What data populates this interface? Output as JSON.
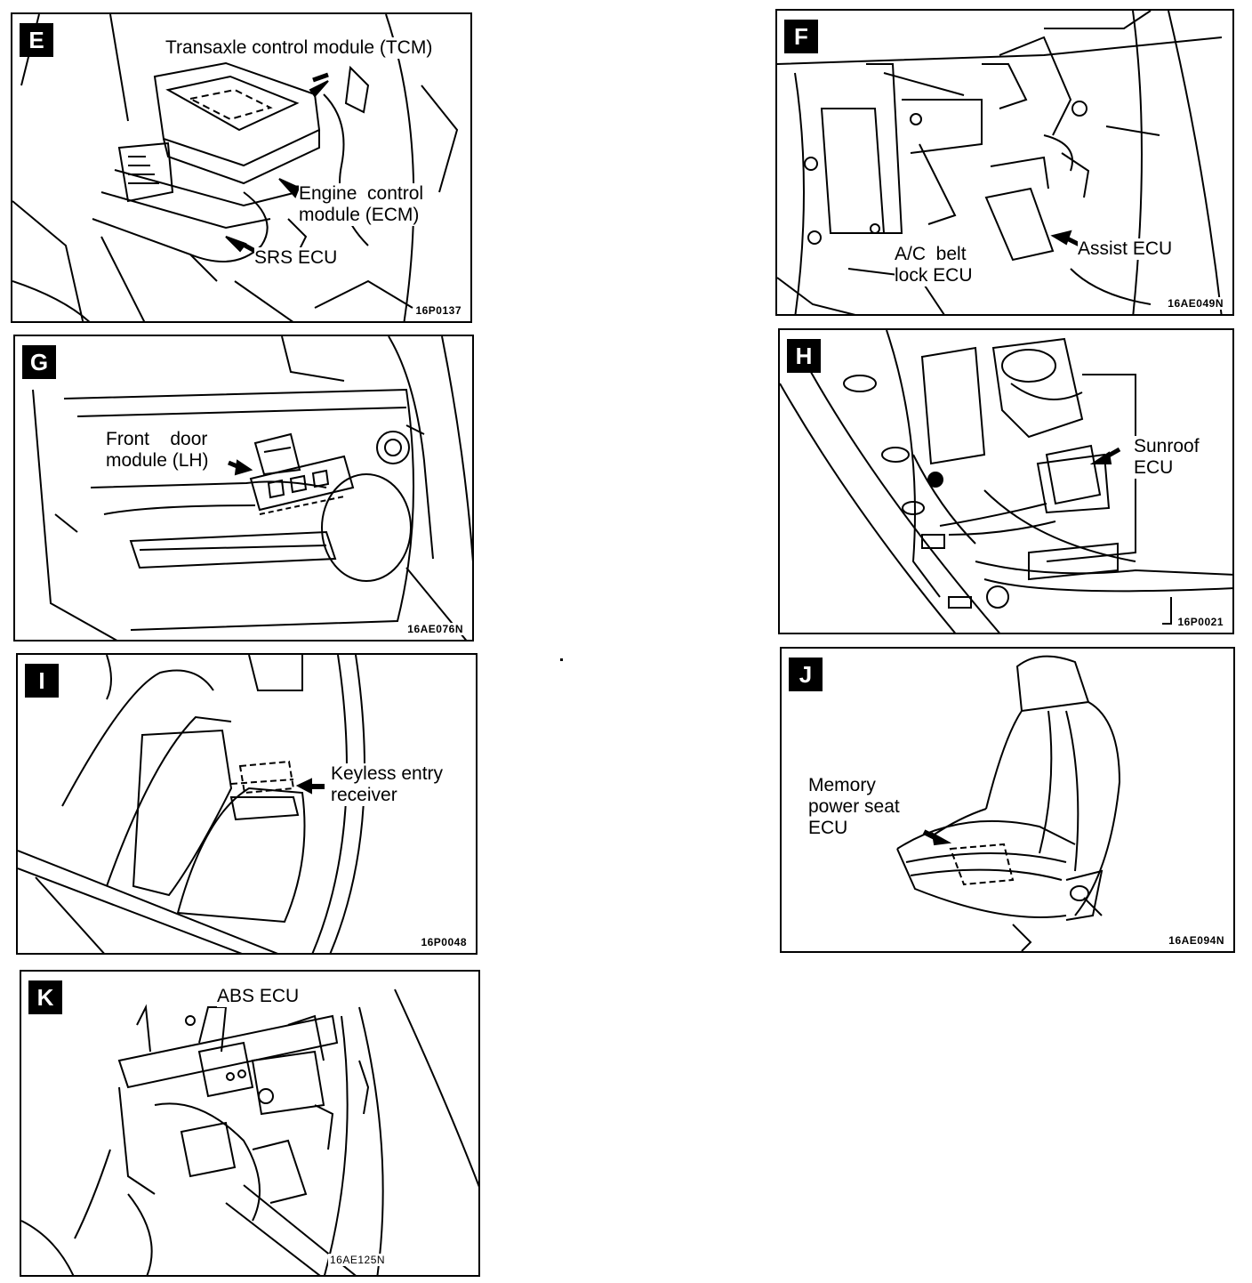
{
  "panels": {
    "E": {
      "letter": "E",
      "code": "16P0137",
      "labels": {
        "tcm": "Transaxle control module (TCM)",
        "ecm": "Engine  control\nmodule (ECM)",
        "srs": "SRS ECU"
      }
    },
    "F": {
      "letter": "F",
      "code": "16AE049N",
      "labels": {
        "ac": "A/C  belt\nlock ECU",
        "assist": "Assist ECU"
      }
    },
    "G": {
      "letter": "G",
      "code": "16AE076N",
      "labels": {
        "door": "Front    door\nmodule (LH)"
      }
    },
    "H": {
      "letter": "H",
      "code": "16P0021",
      "labels": {
        "sunroof": "Sunroof\nECU"
      }
    },
    "I": {
      "letter": "I",
      "code": "16P0048",
      "labels": {
        "keyless": "Keyless entry\nreceiver"
      }
    },
    "J": {
      "letter": "J",
      "code": "16AE094N",
      "labels": {
        "memory": "Memory\npower seat\nECU"
      }
    },
    "K": {
      "letter": "K",
      "code": "16AE125N",
      "labels": {
        "abs": "ABS ECU"
      }
    }
  }
}
